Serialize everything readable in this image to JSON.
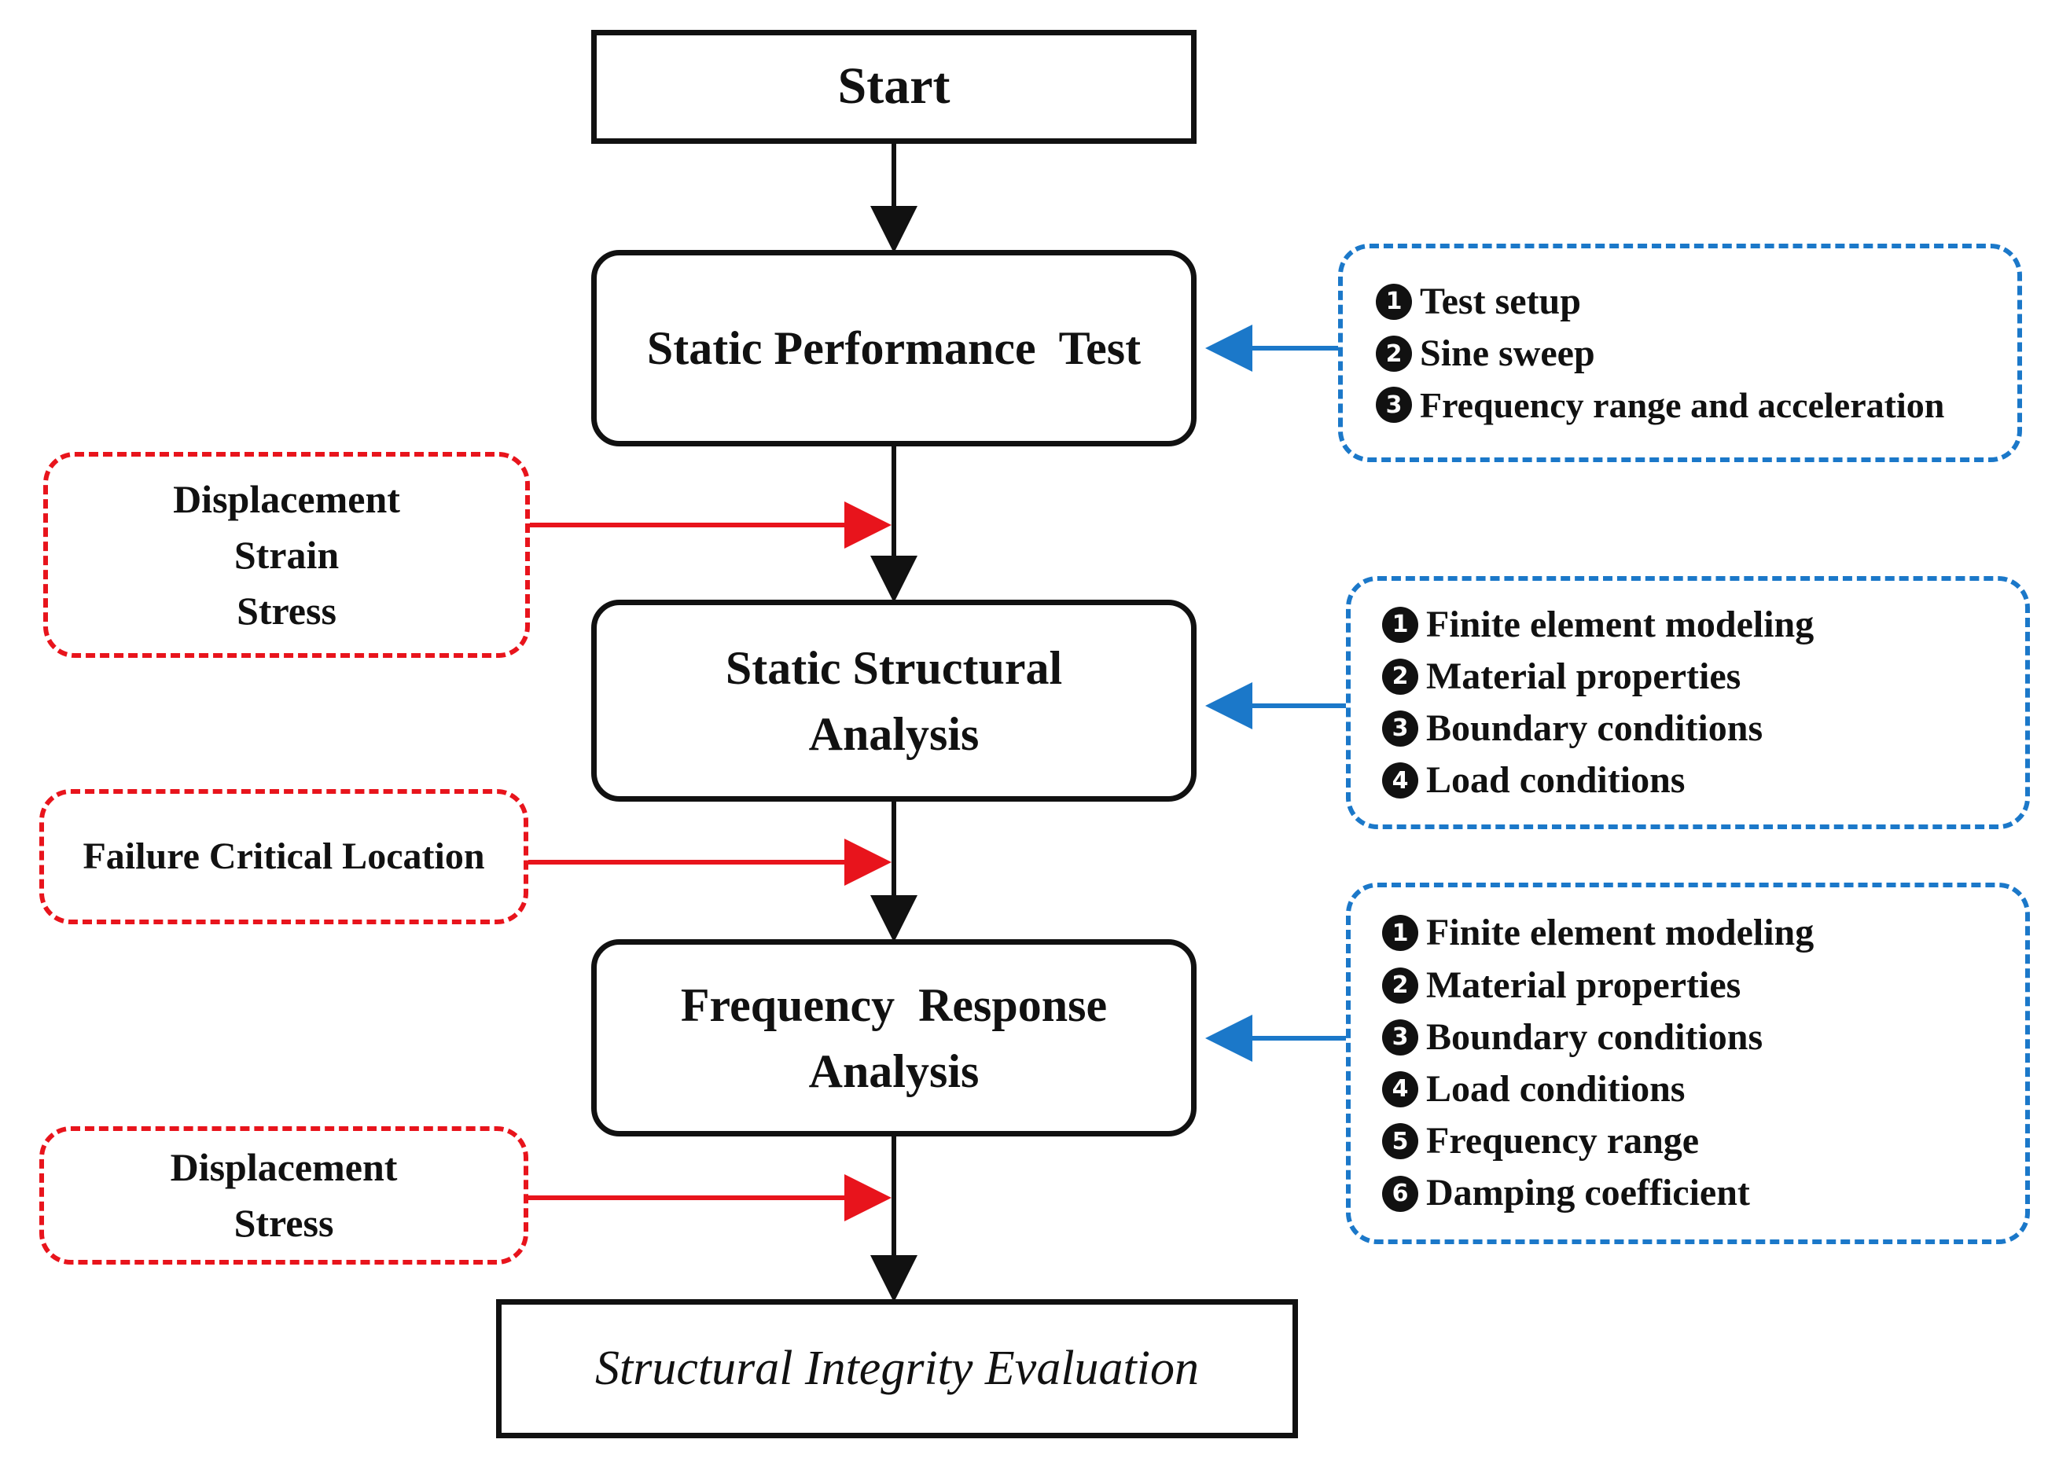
{
  "nodes": {
    "start": "Start",
    "static_test": "Static Performance  Test",
    "static_analysis": [
      "Static Structural",
      "Analysis"
    ],
    "frequency_analysis": [
      "Frequency  Response",
      "Analysis"
    ],
    "end": "Structural Integrity Evaluation"
  },
  "outputs": {
    "static_test": [
      "Displacement",
      "Strain",
      "Stress"
    ],
    "static_analysis": [
      "Failure Critical Location"
    ],
    "frequency_analysis": [
      "Displacement",
      "Stress"
    ]
  },
  "inputs": {
    "static_test": [
      {
        "num": "1",
        "text": "Test setup"
      },
      {
        "num": "2",
        "text": "Sine sweep"
      },
      {
        "num": "3",
        "text": "Frequency range and acceleration"
      }
    ],
    "static_analysis": [
      {
        "num": "1",
        "text": "Finite element modeling"
      },
      {
        "num": "2",
        "text": "Material properties"
      },
      {
        "num": "3",
        "text": "Boundary conditions"
      },
      {
        "num": "4",
        "text": "Load conditions"
      }
    ],
    "frequency_analysis": [
      {
        "num": "1",
        "text": "Finite element modeling"
      },
      {
        "num": "2",
        "text": "Material properties"
      },
      {
        "num": "3",
        "text": "Boundary conditions"
      },
      {
        "num": "4",
        "text": "Load conditions"
      },
      {
        "num": "5",
        "text": "Frequency range"
      },
      {
        "num": "6",
        "text": "Damping coefficient"
      }
    ]
  },
  "colors": {
    "process_border": "#111111",
    "output_note": "#e8141c",
    "input_note": "#1b78c9"
  }
}
